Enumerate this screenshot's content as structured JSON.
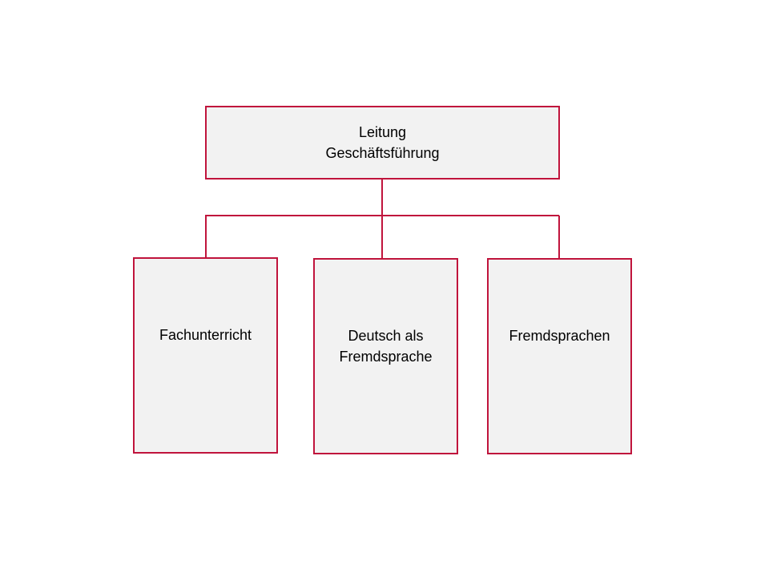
{
  "diagram": {
    "accent_color": "#c0143c",
    "box_fill": "#f2f2f2",
    "root": {
      "line1": "Leitung",
      "line2": "Geschäftsführung"
    },
    "children": [
      {
        "line1": "Fachunterricht",
        "line2": ""
      },
      {
        "line1": "Deutsch als",
        "line2": "Fremdsprache"
      },
      {
        "line1": "Fremdsprachen",
        "line2": ""
      }
    ]
  }
}
